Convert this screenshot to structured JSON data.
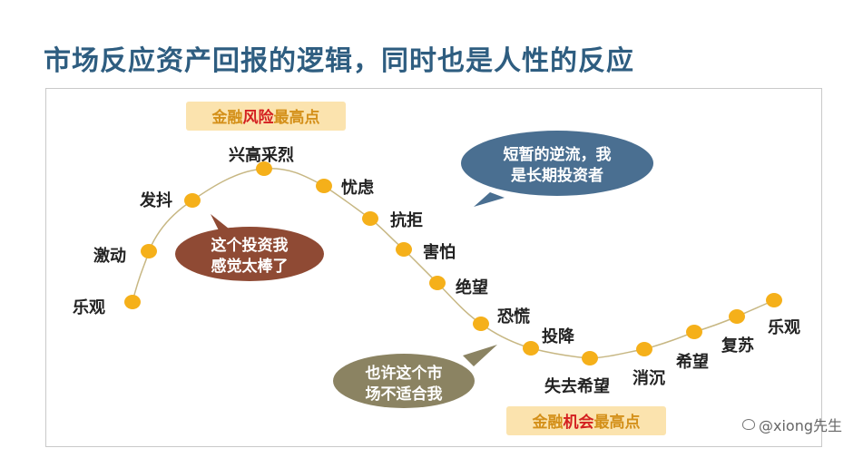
{
  "title": "市场反应资产回报的逻辑，同时也是人性的反应",
  "banners": {
    "top": {
      "prefix": "金融",
      "highlight": "风险",
      "suffix": "最高点"
    },
    "bottom": {
      "prefix": "金融",
      "highlight": "机会",
      "suffix": "最高点"
    }
  },
  "stages": [
    "乐观",
    "激动",
    "发抖",
    "兴高采烈",
    "忧虑",
    "抗拒",
    "害怕",
    "绝望",
    "恐慌",
    "投降",
    "失去希望",
    "消沉",
    "希望",
    "复苏",
    "乐观"
  ],
  "bubbles": {
    "great": {
      "line1": "这个投资我",
      "line2": "感觉太棒了"
    },
    "longterm": {
      "line1": "短暂的逆流，我",
      "line2": "是长期投资者"
    },
    "notsuitable": {
      "line1": "也许这个市",
      "line2": "场不适合我"
    }
  },
  "colors": {
    "title": "#2e5d80",
    "dot": "#f5b01a",
    "curve": "#c7b783",
    "banner_bg": "#fbe3ae",
    "banner_text": "#d4901a",
    "banner_highlight": "#d42020",
    "bubble_great": "#8f4a34",
    "bubble_longterm": "#4a6f91",
    "bubble_notsuitable": "#8b8362"
  },
  "watermark": "@xiong先生"
}
